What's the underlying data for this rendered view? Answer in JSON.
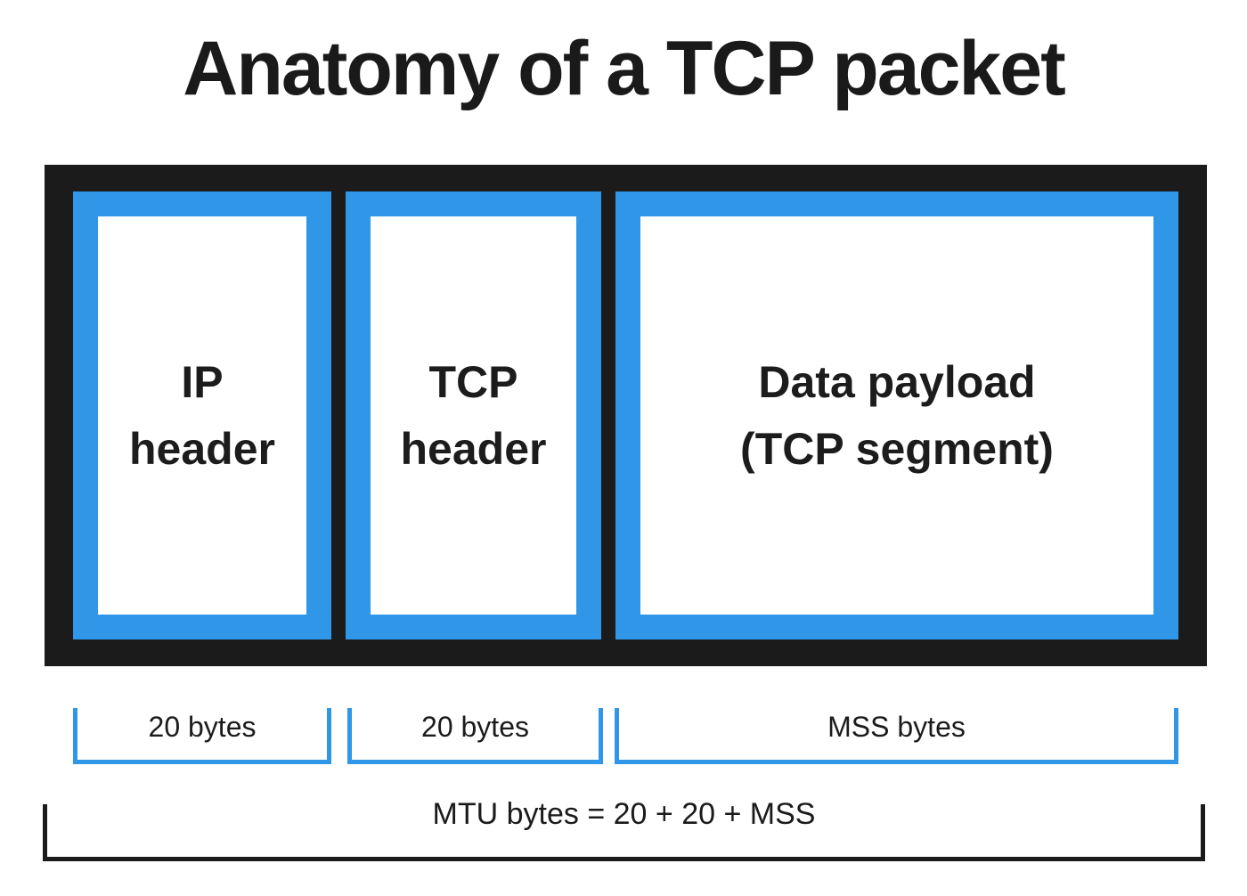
{
  "title": "Anatomy of a TCP packet",
  "colors": {
    "accent_blue": "#2f96e8",
    "ink_black": "#1b1b1b"
  },
  "packet": {
    "segments": [
      {
        "id": "ip-header",
        "lines": [
          "IP",
          "header"
        ],
        "size_label": "20 bytes"
      },
      {
        "id": "tcp-header",
        "lines": [
          "TCP",
          "header"
        ],
        "size_label": "20 bytes"
      },
      {
        "id": "data-payload",
        "lines": [
          "Data payload",
          "(TCP segment)"
        ],
        "size_label": "MSS bytes"
      }
    ]
  },
  "total": {
    "label": "MTU bytes = 20 + 20 + MSS"
  }
}
